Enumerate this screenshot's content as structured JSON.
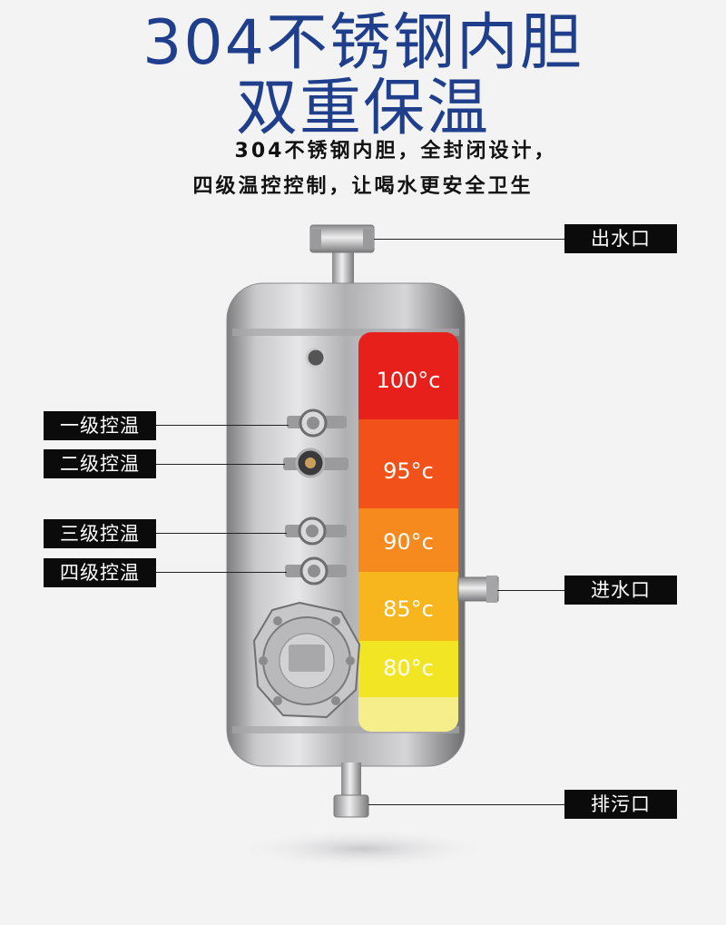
{
  "header": {
    "title_line1": "304不锈钢内胆",
    "title_line2": "双重保温",
    "subtitle_line1": "304不锈钢内胆，全封闭设计，",
    "subtitle_line2": "四级温控控制，让喝水更安全卫生"
  },
  "ports": {
    "outlet": "出水口",
    "inlet": "进水口",
    "drain": "排污口"
  },
  "thermostats": {
    "level1": "一级控温",
    "level2": "二级控温",
    "level3": "三级控温",
    "level4": "四级控温"
  },
  "temperatures": [
    "100°c",
    "95°c",
    "90°c",
    "85°c",
    "80°c"
  ],
  "colors": {
    "title": "#1f3f8c",
    "zone_100": "#e8201c",
    "zone_95": "#f2521a",
    "zone_90": "#f68a1e",
    "zone_85": "#f7b51e",
    "zone_80": "#f2e624",
    "zone_bottom": "#f6ee8a"
  }
}
